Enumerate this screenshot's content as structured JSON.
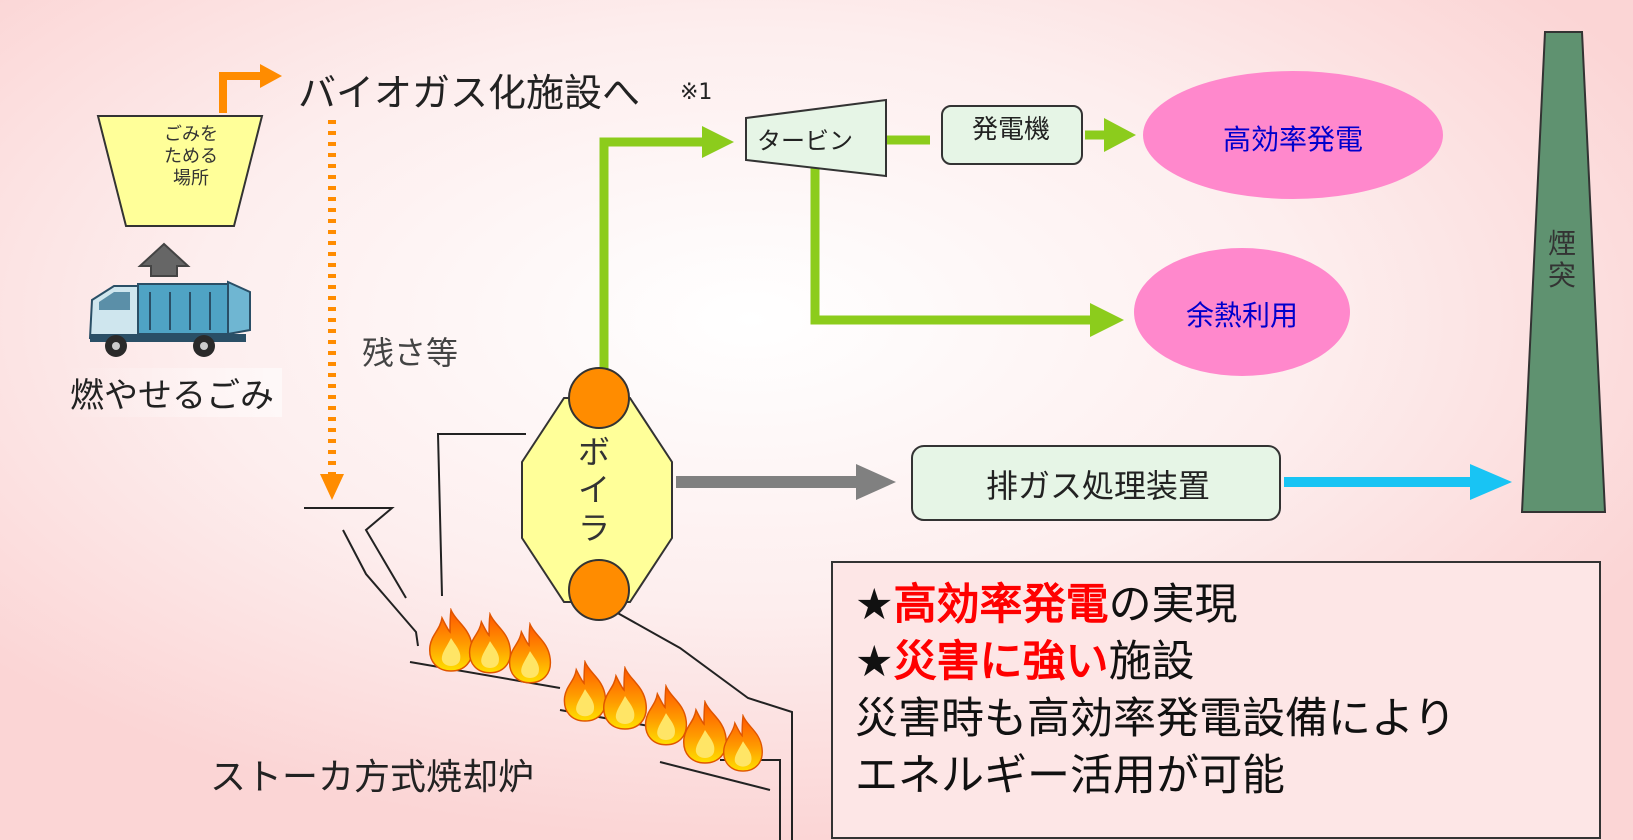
{
  "labels": {
    "to_biogas_facility": "バイオガス化施設へ",
    "note_mark": "※1",
    "waste_pit": "ごみを\nためる\n場所",
    "burnable_waste": "燃やせるごみ",
    "residue": "残さ等",
    "stoker_incinerator": "ストーカ方式焼却炉",
    "boiler": "ボ\nイ\nラ",
    "turbine": "タービン",
    "generator": "発電機",
    "high_efficiency_power": "高効率発電",
    "waste_heat_use": "余熱利用",
    "exhaust_gas_treatment": "排ガス処理装置",
    "chimney": "煙\n突"
  },
  "info_box": {
    "star1": "★",
    "item1_highlight": "高効率発電",
    "item1_rest": "の実現",
    "star2": "★",
    "item2_highlight": "災害に強い",
    "item2_rest": "施設",
    "desc_line1": "災害時も高効率発電設備により",
    "desc_line2": "エネルギー活用が可能"
  },
  "colors": {
    "steam_flow": "#8ccc1c",
    "exhaust_flow": "#808080",
    "clean_gas_flow": "#18c4f4",
    "biogas_flow": "#ff8c00",
    "residue_flow": "#ff8c00",
    "ellipse_fill": "#ff88cc",
    "box_fill": "#e6f5e6",
    "boiler_fill": "#ffff99",
    "boiler_drum": "#ff8c00",
    "highlight_text": "#ff0000",
    "output_text": "#0000cc"
  }
}
